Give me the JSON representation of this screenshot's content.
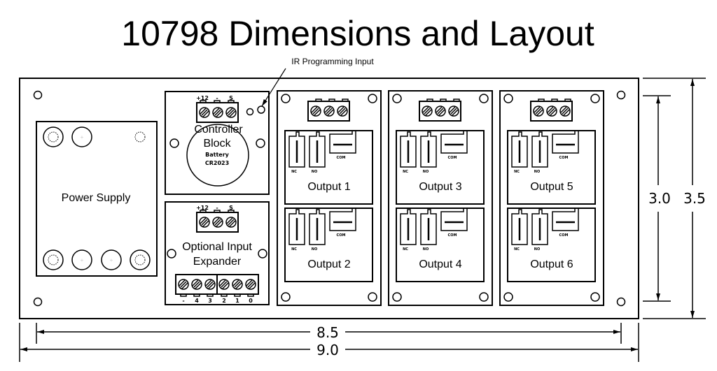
{
  "title": "10798 Dimensions and Layout",
  "callout": "IR Programming Input",
  "power_supply": {
    "label": "Power Supply"
  },
  "controller": {
    "line1": "Controller",
    "line2": "Block",
    "battery_line1": "Battery",
    "battery_line2": "CR2023",
    "terminals": [
      "+12",
      "-",
      "S"
    ]
  },
  "expander": {
    "line1": "Optional Input",
    "line2": "Expander",
    "top_terminals": [
      "+12",
      "-",
      "S"
    ],
    "bottom_terminals": [
      "-",
      "4",
      "3",
      "2",
      "1",
      "0"
    ]
  },
  "relay_contacts": {
    "nc": "NC",
    "no": "NO",
    "com": "COM"
  },
  "outputs": [
    "Output 1",
    "Output 2",
    "Output 3",
    "Output 4",
    "Output 5",
    "Output 6"
  ],
  "dimensions": {
    "inner_width": "8.5",
    "outer_width": "9.0",
    "inner_height": "3.0",
    "outer_height": "3.5"
  }
}
